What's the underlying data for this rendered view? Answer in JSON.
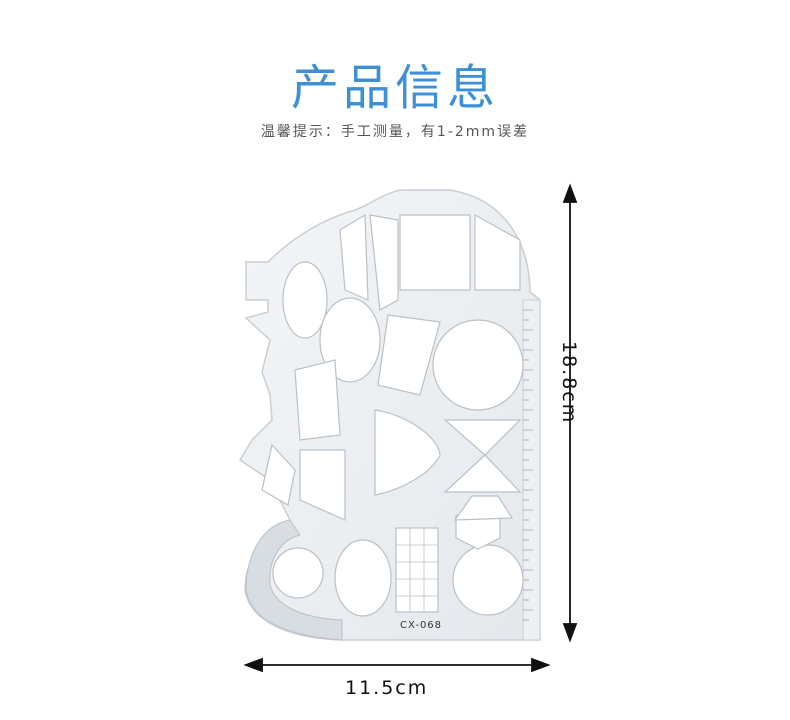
{
  "title": "产品信息",
  "note": "温馨提示：手工测量，有1-2mm误差",
  "dimensions": {
    "width_label": "11.5cm",
    "height_label": "18.8cm"
  },
  "product": {
    "model_label": "CX-068",
    "icon": "geometric-template-ruler"
  },
  "colors": {
    "title": "#3d8fd6",
    "arrow": "#111111"
  }
}
